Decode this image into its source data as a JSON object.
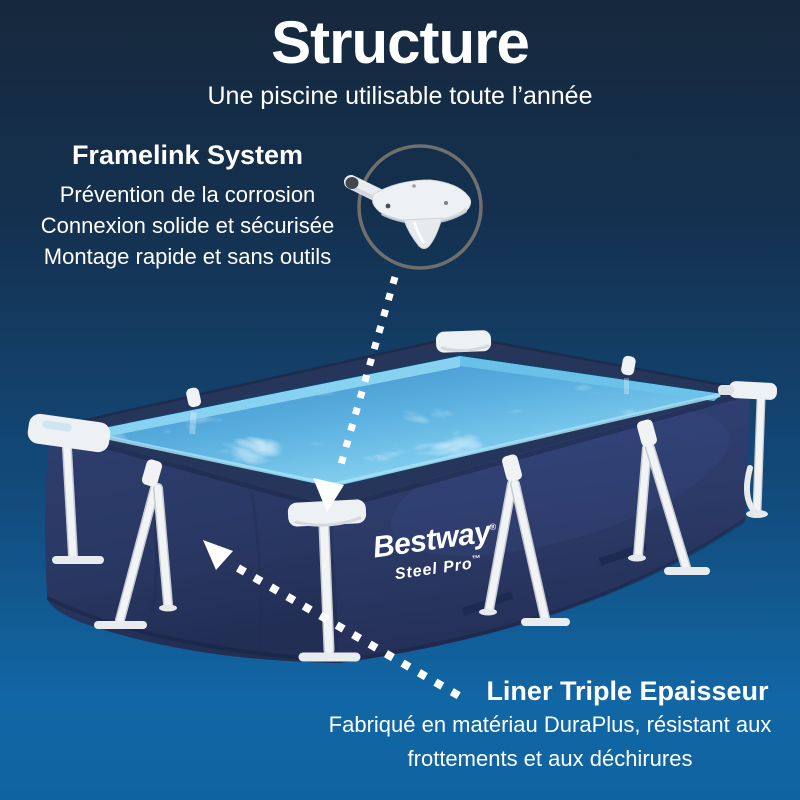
{
  "header": {
    "title": "Structure",
    "subtitle": "Une piscine utilisable toute l’année"
  },
  "framelink": {
    "heading": "Framelink System",
    "points": [
      "Prévention de la corrosion",
      "Connexion solide et sécurisée",
      "Montage rapide et sans outils"
    ]
  },
  "liner": {
    "heading": "Liner Triple Epaisseur",
    "description_line1": "Fabriqué en matériau DuraPlus, résistant aux",
    "description_line2": "frottements et aux déchirures"
  },
  "pool_branding": {
    "brand": "Bestway",
    "brand_mark": "®",
    "model": "Steel Pro",
    "model_mark": "™"
  },
  "icons": {
    "connector_inset": "frame-corner-connector",
    "arrow_to_connector": "dotted-arrow-down",
    "arrow_to_liner": "dotted-arrow-up-left"
  },
  "colors": {
    "bg-top": "#16283d",
    "bg-bottom": "#1167a5",
    "text": "#ffffff",
    "liner-navy": "#2b3a66",
    "liner-dark": "#232f55",
    "rim-navy": "#26355a",
    "water-deep": "#2f7ec0",
    "water-mid": "#5cb4e4",
    "water-light": "#9fdef5",
    "caustic": "#d9f4fc",
    "frame": "#f1f3f5",
    "ring": "#6f706e",
    "arrow": "#ffffff"
  }
}
